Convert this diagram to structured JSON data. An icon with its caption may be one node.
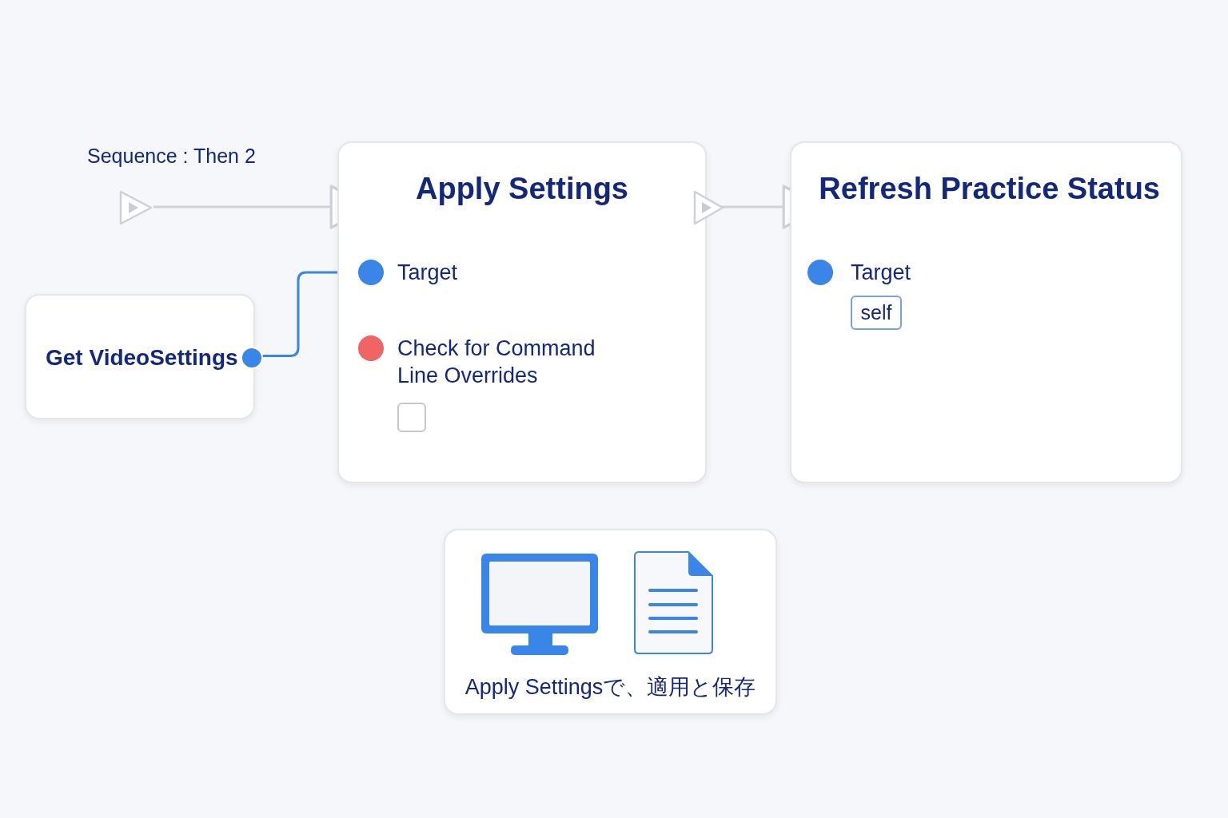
{
  "diagram": {
    "nodes": [
      {
        "text": [],
        "shape": "triangle",
        "beside": [
          "Sequence : Then 2"
        ]
      },
      {
        "text": [
          "Apply Settings"
        ]
      },
      {
        "text": [
          "Target"
        ],
        "in": 1
      },
      {
        "text": [
          "Check for Command Line Overrides"
        ],
        "in": 1
      },
      {
        "text": [],
        "shape": "box",
        "in": 1
      },
      {
        "text": [
          "Refresh Practice Status"
        ]
      },
      {
        "text": [
          "Target"
        ],
        "in": 5
      },
      {
        "text": [
          "self"
        ],
        "in": 5
      },
      {
        "text": [
          "Get VideoSettings"
        ]
      },
      {
        "text": [
          "Apply Settingsで、適用と保存"
        ]
      }
    ],
    "edges": [
      {
        "from": 0,
        "to": 1,
        "arrow": "to"
      },
      {
        "from": 1,
        "to": 5,
        "arrow": "to"
      },
      {
        "from": 8,
        "to": 2,
        "arrow": "none",
        "color": "#3a86e8"
      }
    ]
  }
}
